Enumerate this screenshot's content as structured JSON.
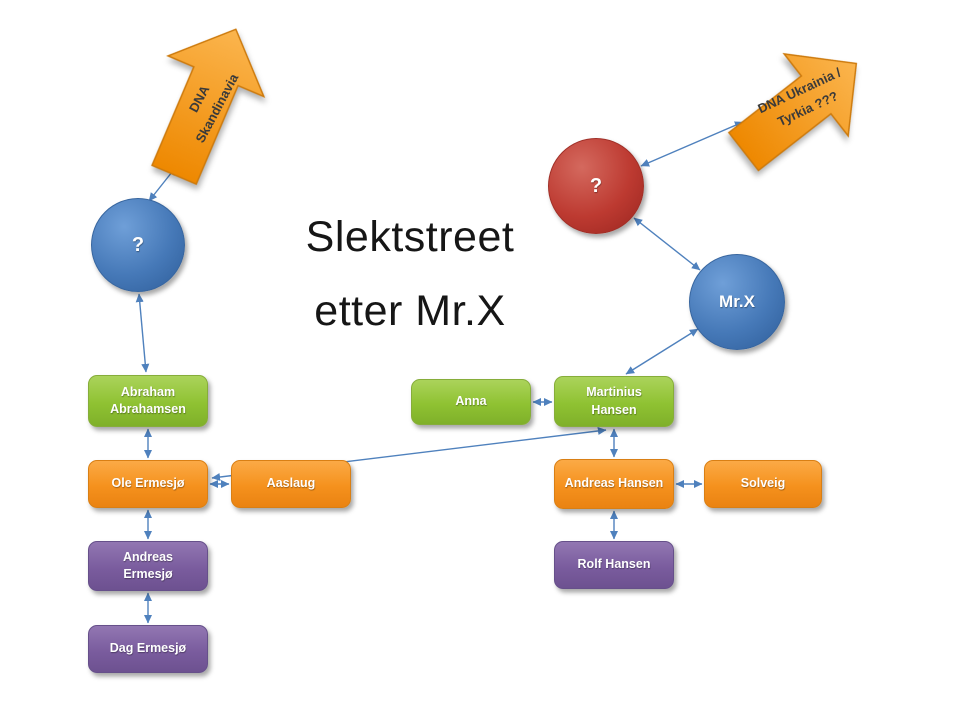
{
  "slide": {
    "title_line1": "Slektstreet",
    "title_line2": "etter Mr.X"
  },
  "dna_arrows": {
    "left": {
      "line1": "DNA",
      "line2": "Skandinavia"
    },
    "right": {
      "line1": "DNA Ukrainia /",
      "line2": "Tyrkia ???"
    }
  },
  "nodes": {
    "unknown_left": "?",
    "unknown_right": "?",
    "mrx": "Mr.X",
    "abraham": "Abraham Abrahamsen",
    "anna": "Anna",
    "martinius": "Martinius Hansen",
    "ole": "Ole Ermesjø",
    "aaslaug": "Aaslaug",
    "andreas_hansen": "Andreas Hansen",
    "solveig": "Solveig",
    "andreas_ermesjo": "Andreas Ermesjø",
    "rolf": "Rolf Hansen",
    "dag": "Dag Ermesjø"
  },
  "colors": {
    "connector": "#4f81bd",
    "green_box": "#8fc232",
    "orange_box": "#f5911d",
    "purple_box": "#7a5c9e",
    "blue_circle": "#4679b8",
    "red_circle": "#bd3a31",
    "arrow_orange": "#f59b2a"
  }
}
